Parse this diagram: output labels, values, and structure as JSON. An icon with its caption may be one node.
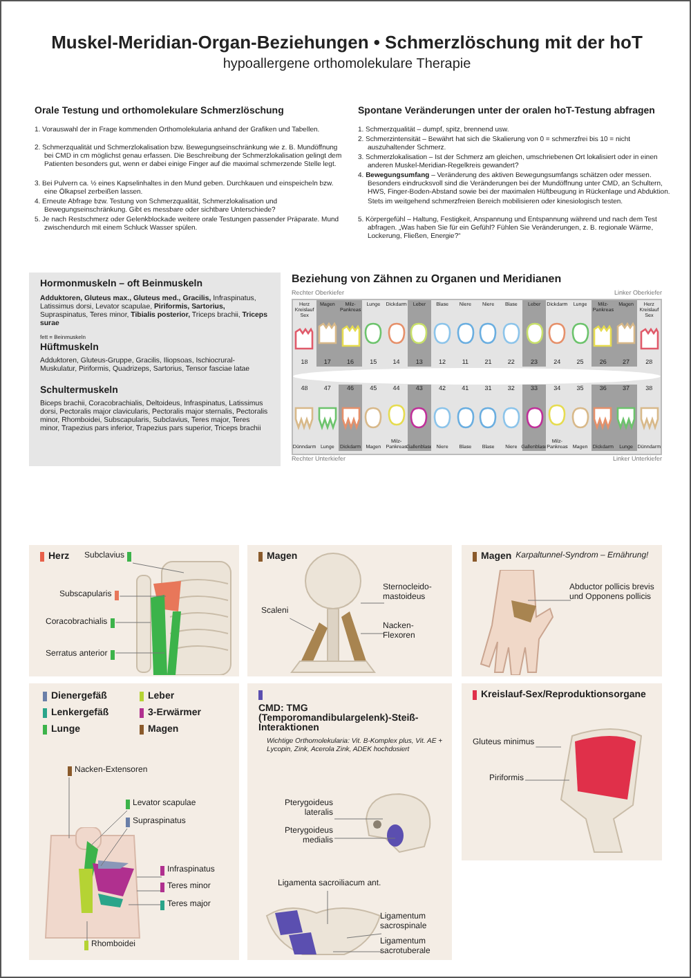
{
  "diagram": {
    "title": "Muskel-Meridian-Organ-Beziehungen • Schmerzlöschung mit der hoT",
    "labels": [
      "hypoallergene orthomolekulare Therapie",
      "Orale Testung und orthomolekulare Schmerzlöschung",
      "1. Vorauswahl der in Frage kommenden Orthomolekularia anhand der Grafiken und Tabellen.",
      "2. Schmerzqualität und Schmerzlokalisation bzw. Bewegungseinschränkung wie z. B. Mundöffnung bei CMD in cm möglichst genau erfassen. Die Beschreibung der Schmerzlokalisation gelingt dem Patienten besonders gut, wenn er dabei einige Finger auf die maximal schmerzende Stelle legt.",
      "3. Bei Pulvern ca. ½ eines Kapselinhaltes in den Mund geben. Durchkauen und einspeicheln bzw. eine Ölkapsel zerbeißen lassen.",
      "4. Erneute Abfrage bzw. Testung von Schmerzqualität, Schmerzlokalisation und Bewegungseinschränkung. Gibt es messbare oder sichtbare Unterschiede?",
      "5. Je nach Restschmerz oder Gelenkblockade weitere orale Testungen passender Präparate. Mund zwischendurch mit einem Schluck Wasser spülen.",
      "Spontane Veränderungen unter der oralen hoT-Testung abfragen",
      "1. Schmerzqualität – dumpf, spitz, brennend usw.",
      "2. Schmerzintensität – Bewährt hat sich die Skalierung von 0 = schmerzfrei bis 10 = nicht auszuhaltender Schmerz.",
      "3. Schmerzlokalisation – Ist der Schmerz am gleichen, umschriebenen Ort lokalisiert oder in einen anderen Muskel-Meridian-Regelkreis gewandert?",
      "4. **Bewegungsumfang** – Veränderung des aktiven Bewegungsumfangs schätzen oder messen. Besonders eindrucksvoll sind die Veränderungen bei der Mundöffnung unter CMD, an Schultern, HWS, Finger-Boden-Abstand sowie bei der maximalen Hüftbeugung in Rückenlage und Abduktion. Stets im weitgehend schmerzfreien Bereich mobilisieren oder kinesiologisch testen.",
      "5. Körpergefühl – Haltung, Festigkeit, Anspannung und Entspannung während und nach dem Test abfragen. „Was haben Sie für ein Gefühl? Fühlen Sie Veränderungen, z. B. regionale Wärme, Lockerung, Fließen, Energie?“"
    ],
    "nodes": [
      {
        "text": [
          "Hormonmuskeln – oft Beinmuskeln",
          "**Adduktoren, Gluteus max., Gluteus med., Gracilis,** Infraspinatus, Latissimus dorsi, Levator scapulae, **Piriformis, Sartorius,** Supraspinatus, Teres minor, **Tibialis posterior,** Triceps brachii, **Triceps surae**",
          "fett = Beinmuskeln",
          "Hüftmuskeln",
          "Adduktoren, Gluteus-Gruppe, Gracilis, Iliopsoas, Ischiocrural-Muskulatur, Piriformis, Quadrizeps, Sartorius, Tensor fasciae latae",
          "Schultermuskeln",
          "Biceps brachii, Coracobrachialis, Deltoideus, Infraspinatus, Latissimus dorsi, Pectoralis major clavicularis, Pectoralis major sternalis, Pectoralis minor, Rhomboidei, Subscapularis, Subclavius, Teres major, Teres minor, Trapezius pars inferior, Trapezius pars superior, Triceps brachii"
        ]
      },
      {
        "text": [
          "Beziehung von Zähnen zu Organen und Meridianen"
        ],
        "beside": [
          "Rechter Oberkiefer",
          "Linker Oberkiefer",
          "Rechter Unterkiefer",
          "Linker Unterkiefer"
        ]
      },
      {
        "text": [
          "Herz Kreislauf Sex",
          "18"
        ],
        "in": 1
      },
      {
        "text": [
          "Magen",
          "17"
        ],
        "in": 1
      },
      {
        "text": [
          "Milz-Pankreas",
          "16"
        ],
        "in": 1
      },
      {
        "text": [
          "Lunge",
          "15"
        ],
        "in": 1
      },
      {
        "text": [
          "Dickdarm",
          "14"
        ],
        "in": 1
      },
      {
        "text": [
          "Leber",
          "13"
        ],
        "in": 1
      },
      {
        "text": [
          "Blase",
          "12"
        ],
        "in": 1
      },
      {
        "text": [
          "Niere",
          "11"
        ],
        "in": 1
      },
      {
        "text": [
          "Niere",
          "21"
        ],
        "in": 1
      },
      {
        "text": [
          "Blase",
          "22"
        ],
        "in": 1
      },
      {
        "text": [
          "Leber",
          "23"
        ],
        "in": 1
      },
      {
        "text": [
          "Dickdarm",
          "24"
        ],
        "in": 1
      },
      {
        "text": [
          "Lunge",
          "25"
        ],
        "in": 1
      },
      {
        "text": [
          "Milz-Pankreas",
          "26"
        ],
        "in": 1
      },
      {
        "text": [
          "Magen",
          "27"
        ],
        "in": 1
      },
      {
        "text": [
          "Herz Kreislauf Sex",
          "28"
        ],
        "in": 1
      },
      {
        "text": [
          "48",
          "Dünndarm"
        ],
        "in": 1
      },
      {
        "text": [
          "47",
          "Lunge"
        ],
        "in": 1
      },
      {
        "text": [
          "46",
          "Dickdarm"
        ],
        "in": 1
      },
      {
        "text": [
          "45",
          "Magen"
        ],
        "in": 1
      },
      {
        "text": [
          "44",
          "Milz-Pankreas"
        ],
        "in": 1
      },
      {
        "text": [
          "43",
          "Gallenblase"
        ],
        "in": 1
      },
      {
        "text": [
          "42",
          "Niere"
        ],
        "in": 1
      },
      {
        "text": [
          "41",
          "Blase"
        ],
        "in": 1
      },
      {
        "text": [
          "31",
          "Blase"
        ],
        "in": 1
      },
      {
        "text": [
          "32",
          "Niere"
        ],
        "in": 1
      },
      {
        "text": [
          "33",
          "Gallenblase"
        ],
        "in": 1
      },
      {
        "text": [
          "34",
          "Milz-Pankreas"
        ],
        "in": 1
      },
      {
        "text": [
          "35",
          "Magen"
        ],
        "in": 1
      },
      {
        "text": [
          "36",
          "Dickdarm"
        ],
        "in": 1
      },
      {
        "text": [
          "37",
          "Lunge"
        ],
        "in": 1
      },
      {
        "text": [
          "38",
          "Dünndarm"
        ],
        "in": 1
      },
      {
        "text": [
          "Herz"
        ]
      },
      {
        "text": [
          "Subclavius"
        ],
        "in": 34
      },
      {
        "text": [
          "Subscapularis"
        ],
        "in": 34
      },
      {
        "text": [
          "Coracobrachialis"
        ],
        "in": 34
      },
      {
        "text": [
          "Serratus anterior"
        ],
        "in": 34
      },
      {
        "text": [
          "Magen"
        ]
      },
      {
        "text": [
          "Scaleni"
        ],
        "in": 39
      },
      {
        "text": [
          "Sternocleido-mastoideus"
        ],
        "in": 39
      },
      {
        "text": [
          "Nacken-Flexoren"
        ],
        "in": 39
      },
      {
        "text": [
          "Magen",
          "Karpaltunnel-Syndrom – Ernährung!"
        ]
      },
      {
        "text": [
          "Abductor pollicis brevis und Opponens pollicis"
        ],
        "in": 43
      },
      {
        "text": [],
        "shape": "box"
      },
      {
        "text": [
          "Nacken-Extensoren"
        ],
        "in": 45
      },
      {
        "text": [
          "Levator scapulae"
        ],
        "in": 45
      },
      {
        "text": [
          "Supraspinatus"
        ],
        "in": 45
      },
      {
        "text": [
          "Infraspinatus"
        ],
        "in": 45
      },
      {
        "text": [
          "Teres minor"
        ],
        "in": 45
      },
      {
        "text": [
          "Teres major"
        ],
        "in": 45
      },
      {
        "text": [
          "Rhomboidei"
        ],
        "in": 45
      },
      {
        "text": [
          "CMD: TMG (Temporomandibulargelenk)-Steiß-Interaktionen",
          "Wichtige Orthomolekularia: Vit. B-Komplex plus, Vit. AE + Lycopin, Zink, Acerola Zink, ADEK hochdosiert"
        ]
      },
      {
        "text": [
          "Pterygoideus lateralis"
        ],
        "in": 53
      },
      {
        "text": [
          "Pterygoideus medialis"
        ],
        "in": 53
      },
      {
        "text": [
          "Ligamenta sacroiliacum ant."
        ],
        "in": 53
      },
      {
        "text": [
          "Ligamentum sacrospinale"
        ],
        "in": 53
      },
      {
        "text": [
          "Ligamentum sacrotuberale"
        ],
        "in": 53
      },
      {
        "text": [
          "Kreislauf-Sex/Reproduktionsorgane"
        ]
      },
      {
        "text": [
          "Gluteus minimus"
        ],
        "in": 59
      },
      {
        "text": [
          "Piriformis"
        ],
        "in": 59
      }
    ],
    "edges": [
      {
        "from": 35,
        "to": null,
        "arrow": "none"
      },
      {
        "from": 36,
        "to": null,
        "arrow": "none"
      },
      {
        "from": 37,
        "to": null,
        "arrow": "none"
      },
      {
        "from": 38,
        "to": null,
        "arrow": "none"
      },
      {
        "from": 40,
        "to": null,
        "arrow": "none"
      },
      {
        "from": 41,
        "to": null,
        "arrow": "none"
      },
      {
        "from": 42,
        "to": null,
        "arrow": "none"
      },
      {
        "from": 44,
        "to": null,
        "arrow": "none"
      },
      {
        "from": 46,
        "to": null,
        "arrow": "none"
      },
      {
        "from": 47,
        "to": null,
        "arrow": "none"
      },
      {
        "from": 48,
        "to": null,
        "arrow": "none"
      },
      {
        "from": 49,
        "to": null,
        "arrow": "none"
      },
      {
        "from": 50,
        "to": null,
        "arrow": "none"
      },
      {
        "from": 51,
        "to": null,
        "arrow": "none"
      },
      {
        "from": 52,
        "to": null,
        "arrow": "none"
      },
      {
        "from": 54,
        "to": null,
        "arrow": "none"
      },
      {
        "from": 55,
        "to": null,
        "arrow": "none"
      },
      {
        "from": 56,
        "to": null,
        "arrow": "none"
      },
      {
        "from": 57,
        "to": null,
        "arrow": "none"
      },
      {
        "from": 58,
        "to": null,
        "arrow": "none"
      },
      {
        "from": 60,
        "to": null,
        "arrow": "none"
      },
      {
        "from": 61,
        "to": null,
        "arrow": "none"
      }
    ],
    "legend": [
      {
        "text": "Dienergefäß",
        "color": "#6a7fa8"
      },
      {
        "text": "Leber",
        "color": "#b5d334"
      },
      {
        "text": "Lenkergefäß",
        "color": "#2aa58a"
      },
      {
        "text": "3-Erwärmer",
        "color": "#b0308f"
      },
      {
        "text": "Lunge",
        "color": "#3cb34a"
      },
      {
        "text": "Magen",
        "color": "#8a5a2b"
      }
    ]
  }
}
